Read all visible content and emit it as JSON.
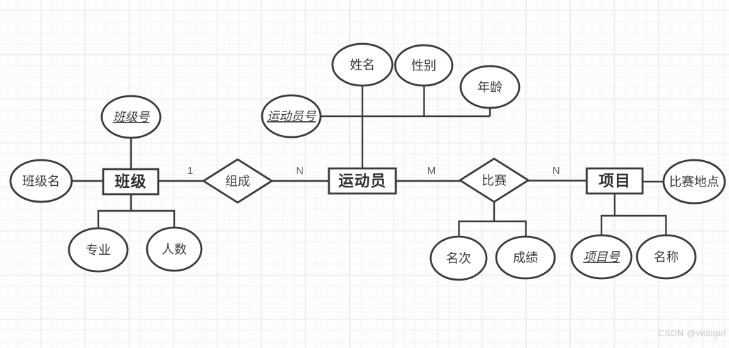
{
  "diagram": {
    "type": "er-diagram",
    "entities": {
      "class": {
        "label": "班级"
      },
      "athlete": {
        "label": "运动员"
      },
      "event": {
        "label": "项目"
      }
    },
    "relationships": {
      "compose": {
        "label": "组成",
        "between": [
          "班级",
          "运动员"
        ]
      },
      "compete": {
        "label": "比赛",
        "between": [
          "运动员",
          "项目"
        ]
      }
    },
    "attributes": {
      "class_no": {
        "label": "班级号",
        "primary_key": true,
        "owner": "班级"
      },
      "class_name": {
        "label": "班级名",
        "primary_key": false,
        "owner": "班级"
      },
      "major": {
        "label": "专业",
        "primary_key": false,
        "owner": "班级"
      },
      "headcount": {
        "label": "人数",
        "primary_key": false,
        "owner": "班级"
      },
      "athlete_no": {
        "label": "运动员号",
        "primary_key": true,
        "owner": "运动员"
      },
      "name": {
        "label": "姓名",
        "primary_key": false,
        "owner": "运动员"
      },
      "gender": {
        "label": "性别",
        "primary_key": false,
        "owner": "运动员"
      },
      "age": {
        "label": "年龄",
        "primary_key": false,
        "owner": "运动员"
      },
      "rank": {
        "label": "名次",
        "primary_key": false,
        "owner": "比赛"
      },
      "score": {
        "label": "成绩",
        "primary_key": false,
        "owner": "比赛"
      },
      "event_no": {
        "label": "项目号",
        "primary_key": true,
        "owner": "项目"
      },
      "event_name": {
        "label": "名称",
        "primary_key": false,
        "owner": "项目"
      },
      "venue": {
        "label": "比赛地点",
        "primary_key": false,
        "owner": "项目"
      }
    },
    "cardinalities": {
      "class_compose": "1",
      "compose_athlete": "N",
      "athlete_compete": "M",
      "compete_event": "N"
    },
    "watermark": "CSDN @vitalgirl"
  },
  "colors": {
    "shape_stroke": "#3a3a3a",
    "shape_fill": "#ffffff",
    "label_text": "#3c3c3c",
    "cardinality_text": "#5d5d5d",
    "grid_minor": "#f4f4f5",
    "grid_major": "#e8e8ea",
    "canvas": "#fdfdfd",
    "watermark": "#c9c9c9"
  }
}
